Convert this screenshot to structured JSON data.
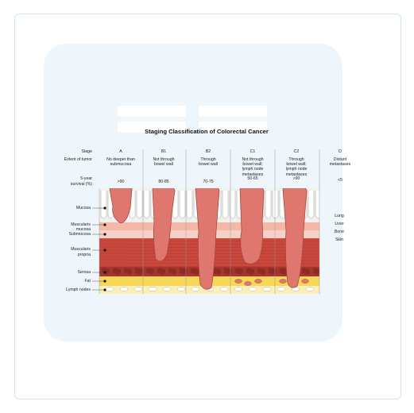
{
  "title": "Staging Classification of Colorectal Cancer",
  "row_labels": {
    "stage": "Stage",
    "extent": "Extent of tumor",
    "survival_1": "5-year",
    "survival_2": "survival (%)"
  },
  "layer_labels": [
    "Mucosa",
    "Muscularis",
    "mucosa",
    "Submucosa",
    "Muscularis",
    "propria",
    "Serosa",
    "Fat",
    "Lymph nodes"
  ],
  "stages": [
    {
      "name": "A",
      "extent": [
        "No deeper than",
        "submucosa"
      ],
      "survival": ">90"
    },
    {
      "name": "B1",
      "extent": [
        "Not through",
        "bowel wall"
      ],
      "survival": "80-85"
    },
    {
      "name": "B2",
      "extent": [
        "Through",
        "bowel wall"
      ],
      "survival": "70-75"
    },
    {
      "name": "C1",
      "extent": [
        "Not through",
        "bowel wall;",
        "lymph node",
        "metastases"
      ],
      "survival": "50-65"
    },
    {
      "name": "C2",
      "extent": [
        "Through",
        "bowel wall;",
        "lymph node",
        "metastases"
      ],
      "survival": ">90"
    },
    {
      "name": "D",
      "extent": [
        "Distant",
        "metastases"
      ],
      "survival": "<5"
    }
  ],
  "metastasis_sites": [
    "Lung",
    "Liver",
    "Bone",
    "Skin"
  ],
  "colors": {
    "tumor": "#e0776e",
    "mucosa": "#f0f0ee",
    "muscularis_mucosa": "#f4b7a8",
    "submucosa": "#f6d2c6",
    "muscularis_propria": "#c9483e",
    "serosa": "#a6352e",
    "fat": "#f7d75a",
    "lymph_band": "#fbeeb6"
  }
}
